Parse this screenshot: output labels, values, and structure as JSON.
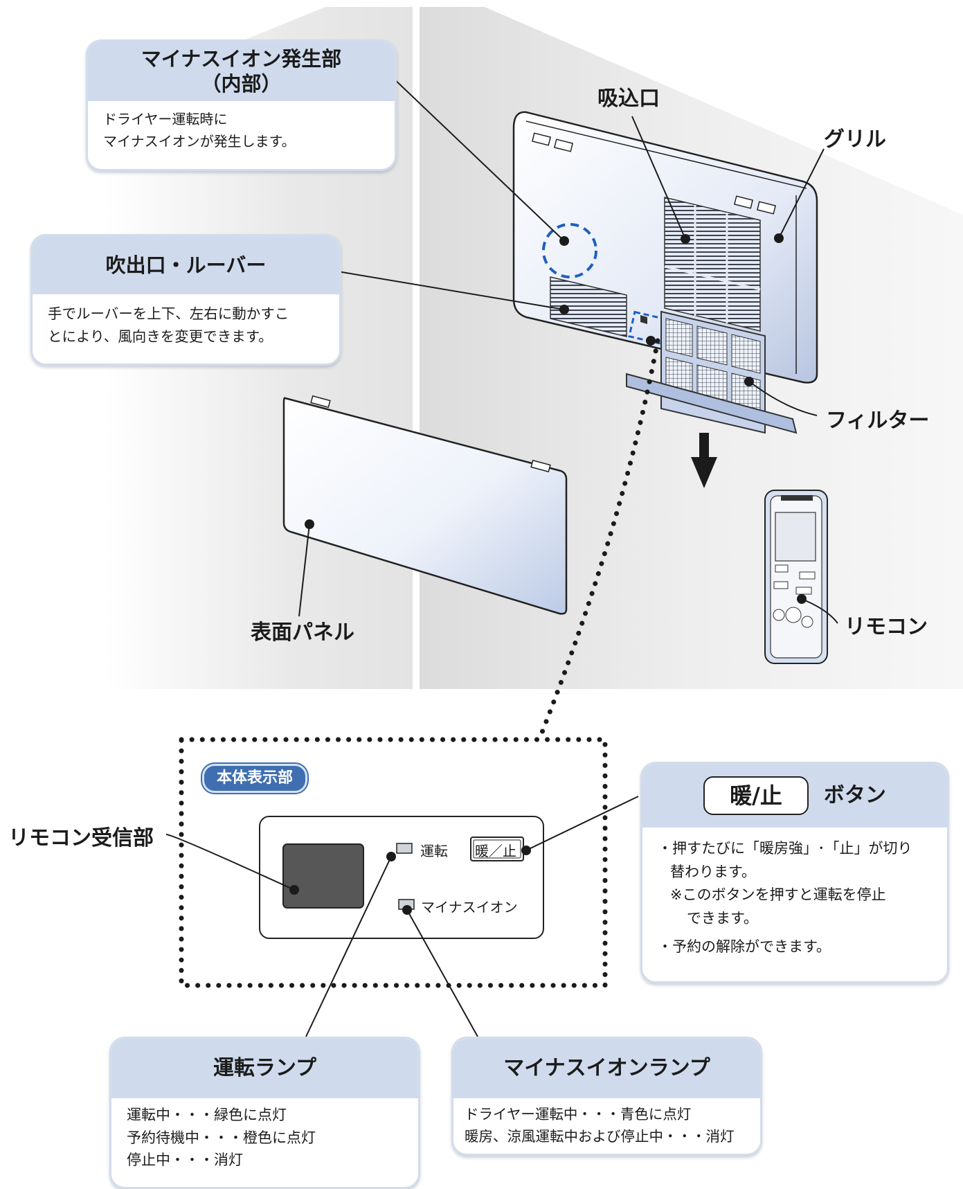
{
  "cards": {
    "ion_generator": {
      "title": [
        "マイナスイオン発生部",
        "（内部）"
      ],
      "body": [
        "ドライヤー運転時に",
        "マイナスイオンが発生します。"
      ]
    },
    "outlet_louver": {
      "title": "吹出口・ルーバー",
      "body": [
        "手でルーバーを上下、左右に動かすこ",
        "とにより、風向きを変更できます。"
      ]
    },
    "button_card": {
      "button_label": "暖/止",
      "title_suffix": "ボタン",
      "bullets": [
        "・押すたびに「暖房強」･「止」が切り",
        "替わります。"
      ],
      "note": [
        "※このボタンを押すと運転を停止",
        "できます。"
      ],
      "bullet2": "・予約の解除ができます。"
    },
    "run_lamp": {
      "title": "運転ランプ",
      "body": [
        "運転中・・・緑色に点灯",
        "予約待機中・・・橙色に点灯",
        "停止中・・・消灯"
      ]
    },
    "ion_lamp": {
      "title": "マイナスイオンランプ",
      "body": [
        "ドライヤー運転中・・・青色に点灯",
        "暖房、涼風運転中および停止中・・・消灯"
      ]
    }
  },
  "labels": {
    "intake": "吸込口",
    "grille": "グリル",
    "filter": "フィルター",
    "front_panel": "表面パネル",
    "remote": "リモコン",
    "remote_receiver": "リモコン受信部"
  },
  "display_panel": {
    "badge": "本体表示部",
    "run_text": "運転",
    "ion_text": "マイナスイオン",
    "button_text": "暖／止"
  },
  "colors": {
    "accent_blue": "#3f6fb0",
    "card_header": "#cfdbed",
    "receiver": "#575757"
  }
}
